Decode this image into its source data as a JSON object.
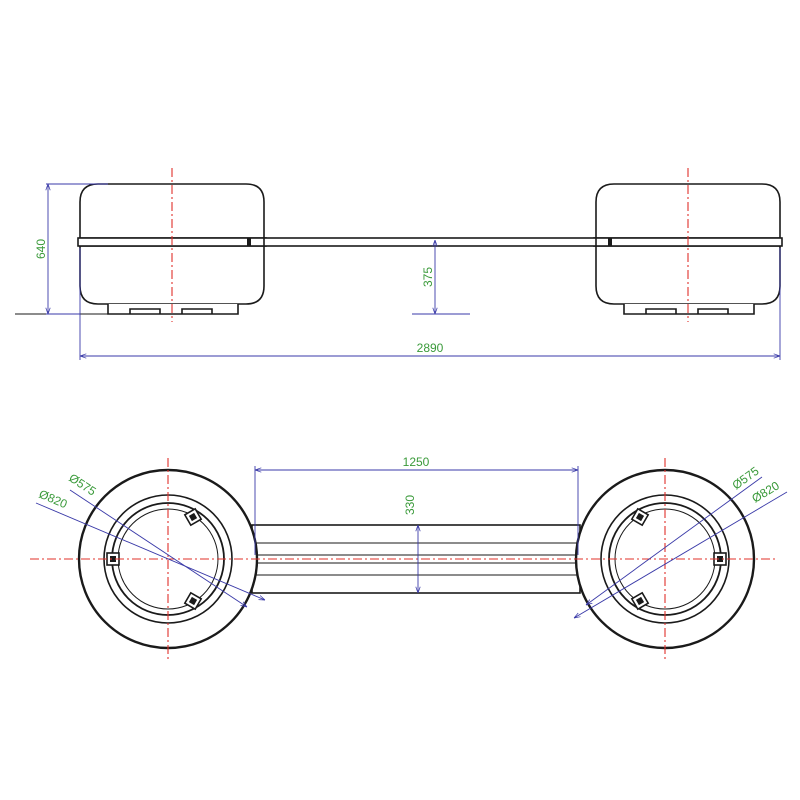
{
  "colors": {
    "outline": "#1a1a1a",
    "dimension_line": "#3a3aa8",
    "dimension_text": "#3a9a3a",
    "center_line": "#e0302a"
  },
  "dimensions": {
    "side_height": "640",
    "side_beam_height": "375",
    "overall_length": "2890",
    "top_span": "1250",
    "top_beam_width": "330",
    "left_inner_diameter": "Ø575",
    "left_outer_diameter": "Ø820",
    "right_inner_diameter": "Ø575",
    "right_outer_diameter": "Ø820"
  }
}
